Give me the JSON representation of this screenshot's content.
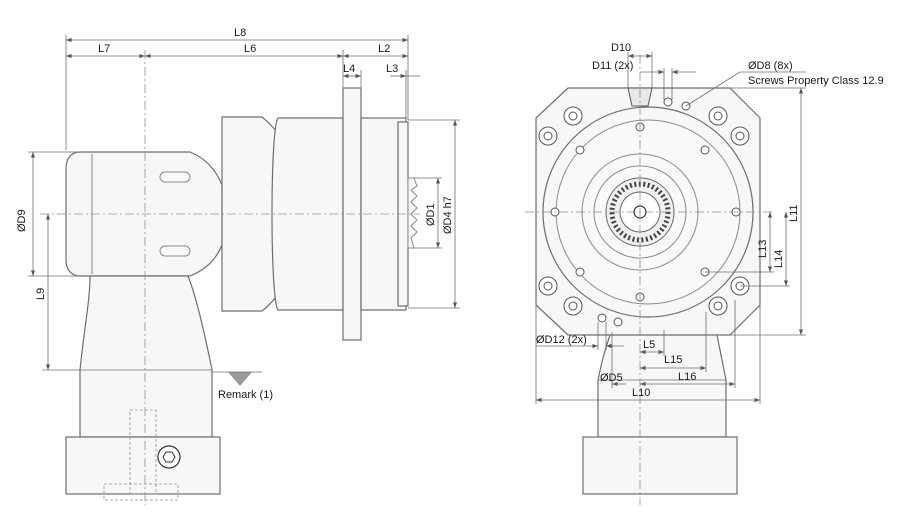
{
  "labels": {
    "L8": "L8",
    "L7": "L7",
    "L6": "L6",
    "L2": "L2",
    "L4": "L4",
    "L3": "L3",
    "D9": "ØD9",
    "D1": "ØD1",
    "D4": "ØD4 h7",
    "L9": "L9",
    "remark": "Remark (1)",
    "D10": "D10",
    "D11": "D11 (2x)",
    "D8": "ØD8 (8x)",
    "screws": "Screws Property Class 12.9",
    "L11": "L11",
    "L13": "L13",
    "L14": "L14",
    "D12": "ØD12 (2x)",
    "L5": "L5",
    "L15": "L15",
    "D5": "ØD5",
    "L16": "L16",
    "L10": "L10"
  }
}
